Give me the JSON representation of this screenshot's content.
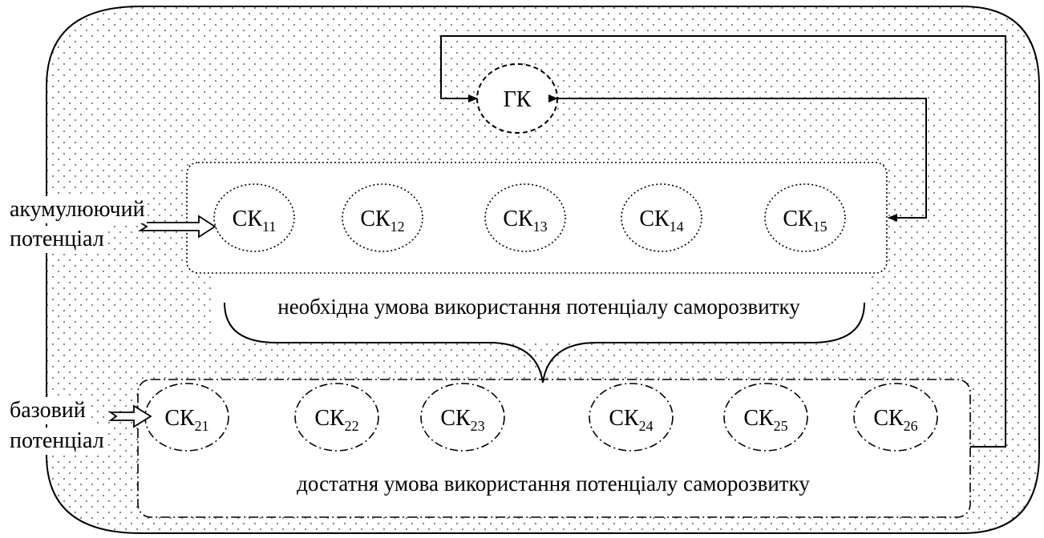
{
  "top_node": {
    "label": "ГК"
  },
  "group1": {
    "condition": "необхідна умова використання потенціалу саморозвитку",
    "input_label_line1": "акумулюючий",
    "input_label_line2": "потенціал",
    "nodes": [
      {
        "base": "СК",
        "sub": "11"
      },
      {
        "base": "СК",
        "sub": "12"
      },
      {
        "base": "СК",
        "sub": "13"
      },
      {
        "base": "СК",
        "sub": "14"
      },
      {
        "base": "СК",
        "sub": "15"
      }
    ]
  },
  "group2": {
    "condition": "достатня умова використання потенціалу саморозвитку",
    "input_label_line1": "базовий",
    "input_label_line2": "потенціал",
    "nodes": [
      {
        "base": "СК",
        "sub": "21"
      },
      {
        "base": "СК",
        "sub": "22"
      },
      {
        "base": "СК",
        "sub": "23"
      },
      {
        "base": "СК",
        "sub": "24"
      },
      {
        "base": "СК",
        "sub": "25"
      },
      {
        "base": "СК",
        "sub": "26"
      }
    ]
  },
  "colors": {
    "stroke": "#000000",
    "dot": "#7a7a7a",
    "background": "#ffffff"
  }
}
